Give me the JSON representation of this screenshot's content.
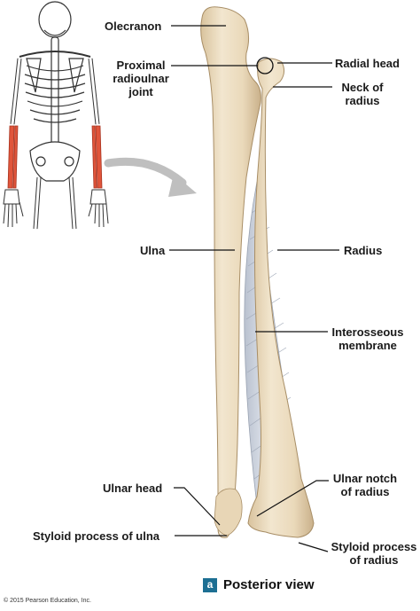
{
  "labels": {
    "olecranon": "Olecranon",
    "radial_head": "Radial head",
    "proximal_radioulnar_joint": [
      "Proximal",
      "radioulnar",
      "joint"
    ],
    "neck_of_radius": [
      "Neck of",
      "radius"
    ],
    "ulna": "Ulna",
    "radius": "Radius",
    "interosseous_membrane": [
      "Interosseous",
      "membrane"
    ],
    "ulnar_head": "Ulnar head",
    "ulnar_notch_of_radius": [
      "Ulnar notch",
      "of radius"
    ],
    "styloid_process_of_ulna": "Styloid process of ulna",
    "styloid_process_of_radius": [
      "Styloid process",
      "of radius"
    ]
  },
  "panel": {
    "badge": "a",
    "title": "Posterior view"
  },
  "copyright": "© 2015 Pearson Education, Inc.",
  "colors": {
    "bone": "#ecdcc0",
    "bone_shadow": "#cdb690",
    "membrane": "#d6dce6",
    "forearm_highlight": "#e0553b",
    "skeleton": "#ffffff",
    "skeleton_outline": "#333333",
    "badge": "#1d6f93"
  },
  "icons": [
    "orientation-skeleton-icon",
    "curved-arrow-icon"
  ]
}
